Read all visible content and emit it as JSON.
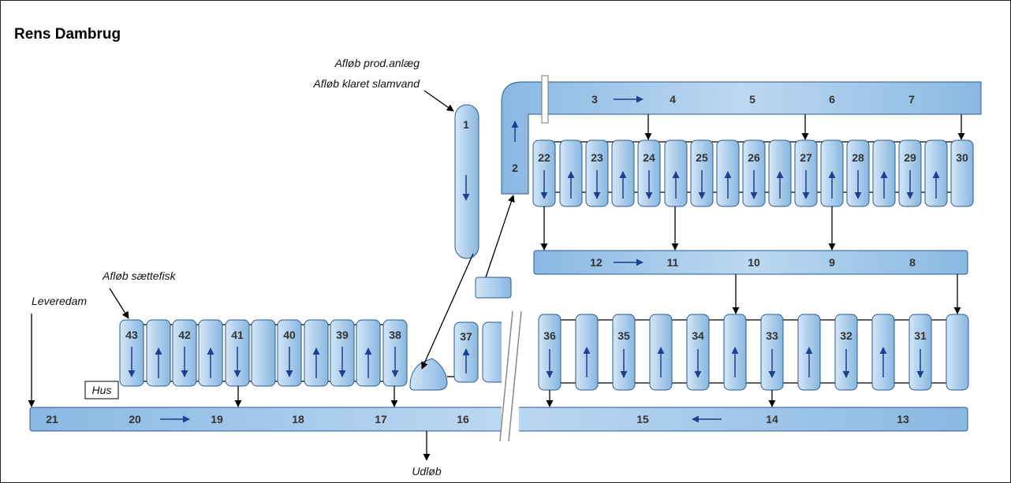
{
  "title": "Rens Dambrug",
  "annotations": {
    "afloeb_prod": "Afløb prod.anlæg",
    "afloeb_klaret": "Afløb klaret slamvand",
    "afloeb_saettefisk": "Afløb sættefisk",
    "leveredam": "Leveredam",
    "hus": "Hus",
    "udloeb": "Udløb"
  },
  "channel_labels": {
    "top": [
      "3",
      "4",
      "5",
      "6",
      "7"
    ],
    "middle": [
      "12",
      "11",
      "10",
      "9",
      "8"
    ],
    "bottom": [
      "21",
      "20",
      "19",
      "18",
      "17",
      "16",
      "15",
      "14",
      "13"
    ],
    "vertical_1": "1",
    "vertical_2": "2"
  },
  "upper_ponds": [
    "22",
    "23",
    "24",
    "25",
    "26",
    "27",
    "28",
    "29",
    "30"
  ],
  "lower_right_ponds": [
    "36",
    "35",
    "34",
    "33",
    "32",
    "31"
  ],
  "lower_left_ponds": [
    "43",
    "42",
    "41",
    "40",
    "39",
    "38"
  ],
  "pond_37": "37",
  "colors": {
    "water_light": "#c9e0f4",
    "water_dark": "#8ab8e2",
    "outline": "#2a5b8c",
    "arrow_blue": "#1d3f8f",
    "line": "#000000"
  }
}
